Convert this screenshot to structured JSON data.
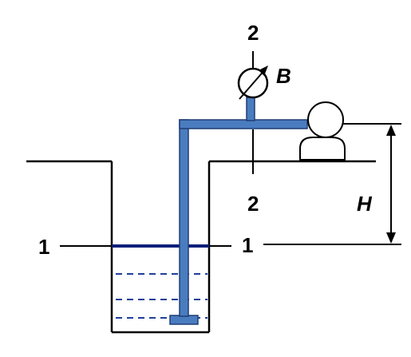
{
  "labels": {
    "section_top": "2",
    "section_bottom": "2",
    "section_left": "1",
    "section_right": "1",
    "gauge": "B",
    "height": "H"
  },
  "colors": {
    "pipe_fill": "#4a7cc0",
    "pipe_stroke": "#1f3f73",
    "water_line": "#0a1f7a",
    "dashed_line": "#1f3f9a",
    "line": "#000000"
  }
}
